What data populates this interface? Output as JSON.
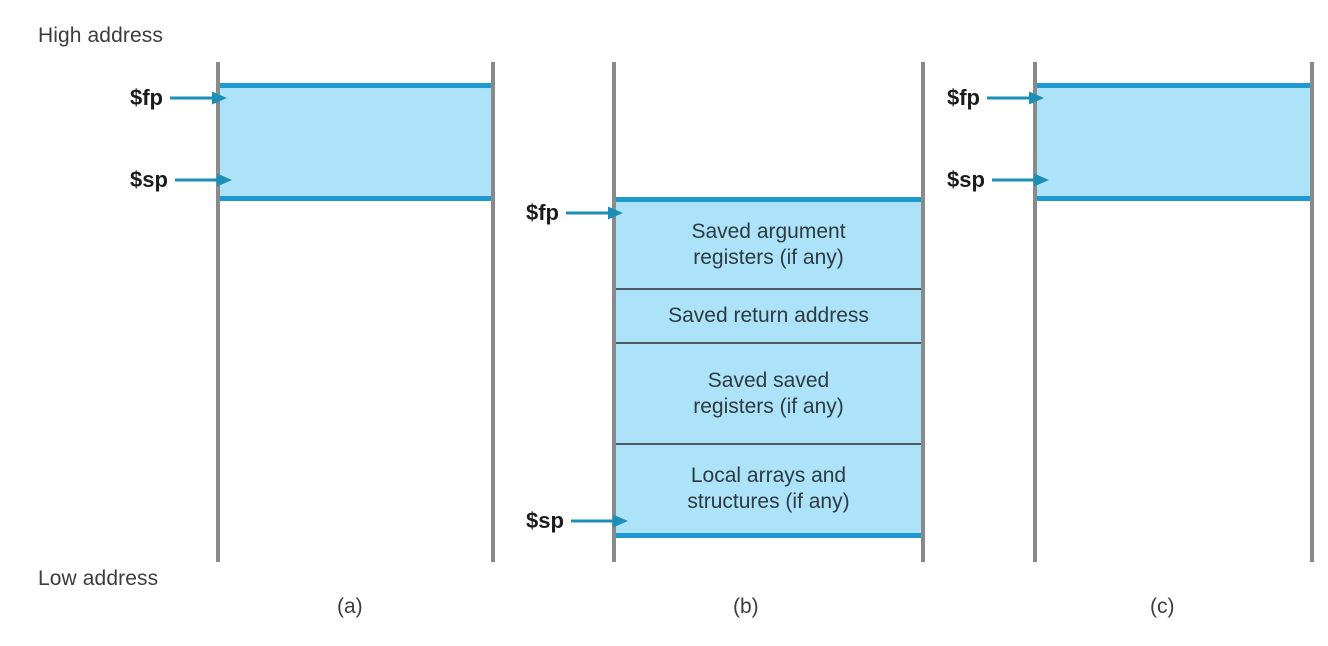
{
  "figure": {
    "title_high": "High address",
    "title_low": "Low address",
    "accent_fill": "#ace3f8",
    "accent_border": "#1f9ad1",
    "rule_color": "#8a8a8a",
    "arrow_color": "#1b8fb5"
  },
  "panels": [
    {
      "id": "a",
      "caption": "(a)",
      "pointers": [
        {
          "name": "fp",
          "label": "$fp"
        },
        {
          "name": "sp",
          "label": "$sp"
        }
      ],
      "segments": []
    },
    {
      "id": "b",
      "caption": "(b)",
      "pointers": [
        {
          "name": "fp",
          "label": "$fp"
        },
        {
          "name": "sp",
          "label": "$sp"
        }
      ],
      "segments": [
        {
          "line1": "Saved argument",
          "line2": "registers (if any)"
        },
        {
          "line1": "Saved return address",
          "line2": ""
        },
        {
          "line1": "Saved saved",
          "line2": "registers (if any)"
        },
        {
          "line1": "Local arrays and",
          "line2": "structures (if any)"
        }
      ]
    },
    {
      "id": "c",
      "caption": "(c)",
      "pointers": [
        {
          "name": "fp",
          "label": "$fp"
        },
        {
          "name": "sp",
          "label": "$sp"
        }
      ],
      "segments": []
    }
  ]
}
